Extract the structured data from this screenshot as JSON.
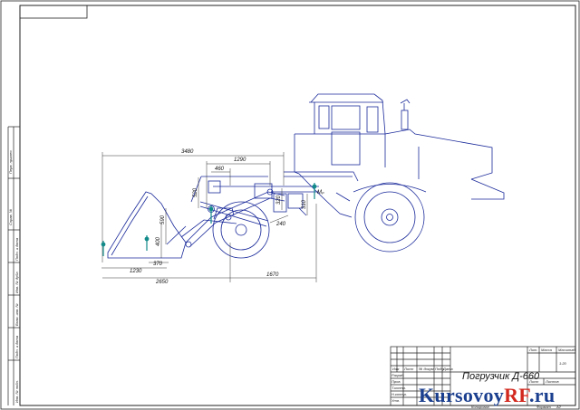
{
  "drawing": {
    "title": "Погрузчик Д-660",
    "scale": "1:20",
    "dimensions": {
      "d3480": "3480",
      "d1290": "1290",
      "d460": "460",
      "d520": "520",
      "d590": "590",
      "d400": "400",
      "d1230": "1230",
      "d370": "370",
      "d2650": "2650",
      "d1670": "1670",
      "d240": "240",
      "d320": "320",
      "d310": "310"
    },
    "moments": {
      "m_right": "Мₚ"
    },
    "title_block": {
      "izm": "Изм",
      "list": "Лист",
      "doc_no": "№ докум.",
      "podp": "Подп.",
      "data": "Дата",
      "razrab": "Разраб.",
      "prov": "Пров.",
      "t_kontr": "Т.контр.",
      "n_kontr": "Н.контр.",
      "utv": "Утв.",
      "lit": "Лит.",
      "massa": "Масса",
      "masshtab": "Масштаб",
      "list_label": "Лист",
      "listov": "Листов",
      "kopiroval": "Копировал",
      "format": "Формат",
      "format_value": "А2"
    },
    "side_stamps": {
      "perv_primen": "Перв. примен.",
      "sprav_no": "Справ. №",
      "podp_data_1": "Подп. и дата",
      "inv_dubl": "Инв. № дубл.",
      "vzam_inv": "Взам. инв. №",
      "podp_data_2": "Подп. и дата",
      "inv_podl": "Инв. № подл."
    }
  },
  "watermark": {
    "main": "Kursovoy",
    "accent": "RF",
    "suffix": ".ru"
  }
}
